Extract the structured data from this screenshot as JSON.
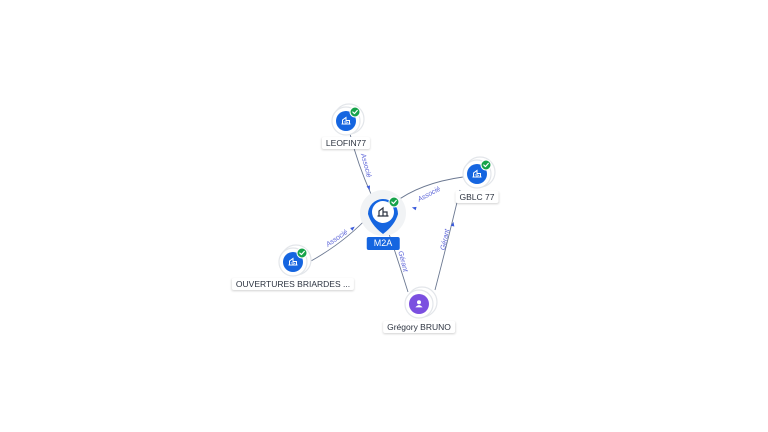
{
  "colors": {
    "company": "#1565e0",
    "person": "#7b4fe0",
    "verified": "#16a34a",
    "edge": "#6b7891",
    "edge_label": "#5a63d8"
  },
  "nodes": [
    {
      "id": "m2a",
      "label": "M2A",
      "kind": "company",
      "icon": "building-icon",
      "verified": true,
      "main": true
    },
    {
      "id": "leofin",
      "label": "LEOFIN77",
      "kind": "company",
      "icon": "building-icon",
      "verified": true
    },
    {
      "id": "gblc",
      "label": "GBLC 77",
      "kind": "company",
      "icon": "building-icon",
      "verified": true
    },
    {
      "id": "ouvertures",
      "label": "OUVERTURES BRIARDES ...",
      "kind": "company",
      "icon": "building-icon",
      "verified": true
    },
    {
      "id": "gregory",
      "label": "Grégory BRUNO",
      "kind": "person",
      "icon": "person-icon",
      "verified": false
    }
  ],
  "edges": [
    {
      "id": "e1",
      "from": "leofin",
      "to": "m2a",
      "label": "Associé"
    },
    {
      "id": "e2",
      "from": "gblc",
      "to": "m2a",
      "label": "Associé"
    },
    {
      "id": "e3",
      "from": "ouvertures",
      "to": "m2a",
      "label": "Associé"
    },
    {
      "id": "e4",
      "from": "gregory",
      "to": "m2a",
      "label": "Gérant"
    },
    {
      "id": "e5",
      "from": "gregory",
      "to": "gblc",
      "label": "Gérant"
    }
  ]
}
